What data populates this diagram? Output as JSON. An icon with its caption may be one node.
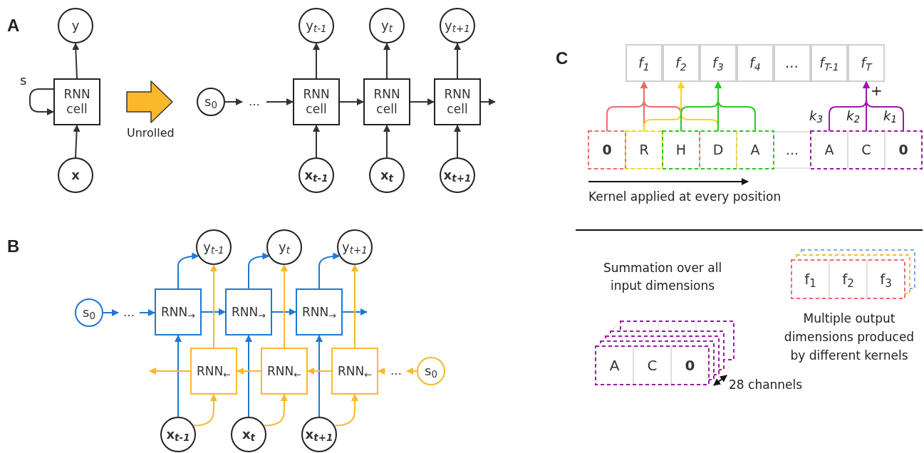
{
  "diagram": {
    "nodes": [
      {
        "text": [
          "y"
        ]
      },
      {
        "text": [
          "RNN cell"
        ]
      },
      {
        "text": [
          "x"
        ]
      },
      {
        "text": [
          "s$_{0}$"
        ]
      },
      {
        "text": [
          "…"
        ]
      },
      {
        "text": [
          "RNN cell"
        ]
      },
      {
        "text": [
          "RNN cell"
        ]
      },
      {
        "text": [
          "RNN cell"
        ]
      },
      {
        "text": [
          "y$_{t-1}$"
        ]
      },
      {
        "text": [
          "y$_{t}$"
        ]
      },
      {
        "text": [
          "y$_{t+1}$"
        ]
      },
      {
        "text": [
          "**x**$_{t-1}$"
        ]
      },
      {
        "text": [
          "**x**$_{t}$"
        ]
      },
      {
        "text": [
          "**x**$_{t+1}$"
        ]
      },
      {
        "text": [
          "y$_{t-1}$"
        ]
      },
      {
        "text": [
          "y$_{t}$"
        ]
      },
      {
        "text": [
          "y$_{t+1}$"
        ]
      },
      {
        "text": [
          "s$_{0}$"
        ]
      },
      {
        "text": [
          "…"
        ]
      },
      {
        "text": [
          "RNN$_{→}$"
        ]
      },
      {
        "text": [
          "RNN$_{→}$"
        ]
      },
      {
        "text": [
          "RNN$_{→}$"
        ]
      },
      {
        "text": [
          "RNN$_{←}$"
        ]
      },
      {
        "text": [
          "RNN$_{←}$"
        ]
      },
      {
        "text": [
          "RNN$_{←}$"
        ]
      },
      {
        "text": [
          "…"
        ]
      },
      {
        "text": [
          "s$_{0}$"
        ]
      },
      {
        "text": [
          "**x**$_{t-1}$"
        ]
      },
      {
        "text": [
          "**x**$_{t}$"
        ]
      },
      {
        "text": [
          "**x**$_{t+1}$"
        ]
      },
      {
        "text": [
          "f$_{1}$"
        ]
      },
      {
        "text": [
          "f$_{2}$"
        ]
      },
      {
        "text": [
          "f$_{3}$"
        ]
      },
      {
        "text": [
          "f$_{4}$"
        ]
      },
      {
        "text": [
          "…"
        ]
      },
      {
        "text": [
          "f$_{T-1}$"
        ]
      },
      {
        "text": [
          "f$_{T}$"
        ]
      },
      {
        "text": [
          "0"
        ]
      },
      {
        "text": [
          "R"
        ]
      },
      {
        "text": [
          "H"
        ]
      },
      {
        "text": [
          "D"
        ]
      },
      {
        "text": [
          "A"
        ]
      },
      {
        "text": [
          "…"
        ]
      },
      {
        "text": [
          "A"
        ]
      },
      {
        "text": [
          "C"
        ]
      },
      {
        "text": [
          "0"
        ]
      },
      {
        "text": [
          "A"
        ]
      },
      {
        "text": [
          "C"
        ]
      },
      {
        "text": [
          "0"
        ]
      },
      {
        "text": [
          "f$_{1}$"
        ]
      },
      {
        "text": [
          "f$_{2}$"
        ]
      },
      {
        "text": [
          "f$_{3}$"
        ]
      }
    ],
    "edges": [
      {
        "from": 1,
        "to": 0,
        "arrow": "to"
      },
      {
        "from": 2,
        "to": 1,
        "arrow": "to"
      },
      {
        "from": 1,
        "to": 1,
        "arrow": "to",
        "label": "s"
      },
      {
        "from": 3,
        "to": 4,
        "arrow": "to"
      },
      {
        "from": 4,
        "to": 5,
        "arrow": "to"
      },
      {
        "from": 5,
        "to": 6,
        "arrow": "to"
      },
      {
        "from": 6,
        "to": 7,
        "arrow": "to"
      },
      {
        "from": 7,
        "to": null,
        "arrow": "to"
      },
      {
        "from": 5,
        "to": 8,
        "arrow": "to"
      },
      {
        "from": 6,
        "to": 9,
        "arrow": "to"
      },
      {
        "from": 7,
        "to": 10,
        "arrow": "to"
      },
      {
        "from": 11,
        "to": 5,
        "arrow": "to"
      },
      {
        "from": 12,
        "to": 6,
        "arrow": "to"
      },
      {
        "from": 13,
        "to": 7,
        "arrow": "to"
      },
      {
        "from": 17,
        "to": 18,
        "arrow": "to",
        "color": "#1f78d1"
      },
      {
        "from": 18,
        "to": 19,
        "arrow": "to",
        "color": "#1f78d1"
      },
      {
        "from": 19,
        "to": 20,
        "arrow": "to",
        "color": "#1f78d1"
      },
      {
        "from": 20,
        "to": 21,
        "arrow": "to",
        "color": "#1f78d1"
      },
      {
        "from": 21,
        "to": null,
        "arrow": "to",
        "color": "#1f78d1"
      },
      {
        "from": 19,
        "to": 14,
        "arrow": "to",
        "color": "#1f78d1"
      },
      {
        "from": 20,
        "to": 15,
        "arrow": "to",
        "color": "#1f78d1"
      },
      {
        "from": 21,
        "to": 16,
        "arrow": "to",
        "color": "#1f78d1"
      },
      {
        "from": 27,
        "to": 19,
        "arrow": "to",
        "color": "#1f78d1"
      },
      {
        "from": 28,
        "to": 20,
        "arrow": "to",
        "color": "#1f78d1"
      },
      {
        "from": 29,
        "to": 21,
        "arrow": "to",
        "color": "#1f78d1"
      },
      {
        "from": 26,
        "to": 25,
        "arrow": "to",
        "color": "#fbb829"
      },
      {
        "from": 25,
        "to": 24,
        "arrow": "to",
        "color": "#fbb829"
      },
      {
        "from": 24,
        "to": 23,
        "arrow": "to",
        "color": "#fbb829"
      },
      {
        "from": 23,
        "to": 22,
        "arrow": "to",
        "color": "#fbb829"
      },
      {
        "from": 22,
        "to": null,
        "arrow": "to",
        "color": "#fbb829"
      },
      {
        "from": 22,
        "to": 14,
        "arrow": "to",
        "color": "#fbb829"
      },
      {
        "from": 23,
        "to": 15,
        "arrow": "to",
        "color": "#fbb829"
      },
      {
        "from": 24,
        "to": 16,
        "arrow": "to",
        "color": "#fbb829"
      },
      {
        "from": 27,
        "to": 22,
        "arrow": "to",
        "color": "#fbb829"
      },
      {
        "from": 28,
        "to": 23,
        "arrow": "to",
        "color": "#fbb829"
      },
      {
        "from": 29,
        "to": 24,
        "arrow": "to",
        "color": "#fbb829"
      },
      {
        "from": 37,
        "to": 30,
        "arrow": "to",
        "color": "#ee6b6b"
      },
      {
        "from": 38,
        "to": 30,
        "arrow": "to",
        "color": "#ee6b6b"
      },
      {
        "from": 39,
        "to": 30,
        "arrow": "to",
        "color": "#ee6b6b"
      },
      {
        "from": 38,
        "to": 31,
        "arrow": "to",
        "color": "#f7d61c"
      },
      {
        "from": 39,
        "to": 31,
        "arrow": "to",
        "color": "#f7d61c"
      },
      {
        "from": 40,
        "to": 31,
        "arrow": "to",
        "color": "#f7d61c"
      },
      {
        "from": 39,
        "to": 32,
        "arrow": "to",
        "color": "#2bc721"
      },
      {
        "from": 40,
        "to": 32,
        "arrow": "to",
        "color": "#2bc721"
      },
      {
        "from": 41,
        "to": 32,
        "arrow": "to",
        "color": "#2bc721"
      },
      {
        "from": 43,
        "to": 36,
        "arrow": "to",
        "color": "#9c1aa6",
        "label": "k$_{3}$"
      },
      {
        "from": 44,
        "to": 36,
        "arrow": "to",
        "color": "#9c1aa6",
        "label": "k$_{2}$"
      },
      {
        "from": 45,
        "to": 36,
        "arrow": "to",
        "color": "#9c1aa6",
        "label": "k$_{1}$"
      },
      {
        "from": 1,
        "to": 3,
        "arrow": "to",
        "style": "thick",
        "color": "#fbb829",
        "label": "Unrolled"
      }
    ],
    "labels": [
      "A",
      "C",
      "+",
      "Kernel applied at every position",
      "B",
      "Summation over all input dimensions",
      "Multiple output dimensions produced by different kernels",
      "28 channels"
    ]
  }
}
